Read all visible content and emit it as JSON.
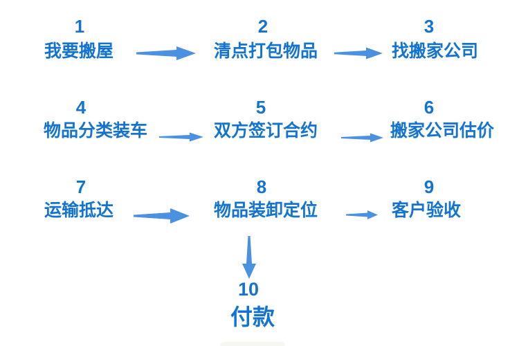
{
  "diagram": {
    "type": "flowchart",
    "steps": [
      {
        "number": "1",
        "label": "我要搬屋"
      },
      {
        "number": "2",
        "label": "清点打包物品"
      },
      {
        "number": "3",
        "label": "找搬家公司"
      },
      {
        "number": "4",
        "label": "物品分类装车"
      },
      {
        "number": "5",
        "label": "双方签订合约"
      },
      {
        "number": "6",
        "label": "搬家公司估价"
      },
      {
        "number": "7",
        "label": "运输抵达"
      },
      {
        "number": "8",
        "label": "物品装卸定位"
      },
      {
        "number": "9",
        "label": "客户验收"
      },
      {
        "number": "10",
        "label": "付款"
      }
    ],
    "arrows": [
      {
        "from": "1",
        "to": "2",
        "direction": "right"
      },
      {
        "from": "2",
        "to": "3",
        "direction": "right"
      },
      {
        "from": "4",
        "to": "5",
        "direction": "right"
      },
      {
        "from": "5",
        "to": "6",
        "direction": "right"
      },
      {
        "from": "7",
        "to": "8",
        "direction": "right"
      },
      {
        "from": "8",
        "to": "9",
        "direction": "right"
      },
      {
        "from": "8",
        "to": "10",
        "direction": "down"
      }
    ]
  },
  "colors": {
    "step_text": "#1273d0",
    "arrow": "#4a91e2",
    "background": "#ffffff"
  }
}
